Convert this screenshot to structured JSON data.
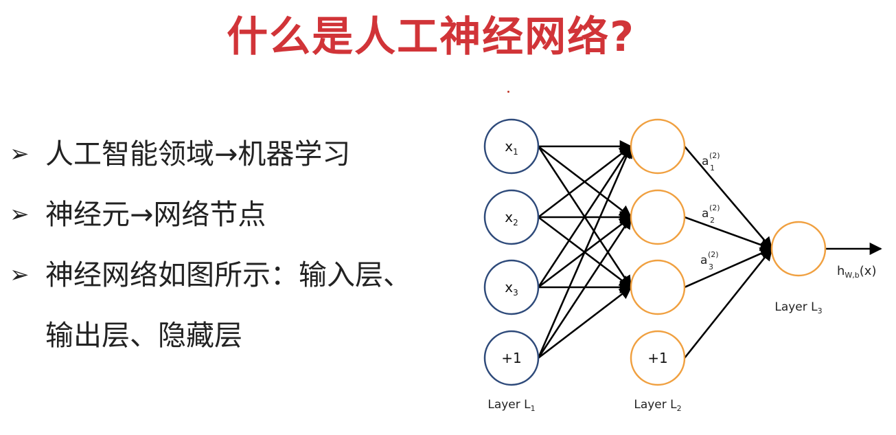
{
  "title": "什么是人工神经网络?",
  "bullets": [
    {
      "marker": "➢",
      "text": "人工智能领域→机器学习"
    },
    {
      "marker": "➢",
      "text": "神经元→网络节点"
    },
    {
      "marker": "➢",
      "text": "神经网络如图所示：输入层、输出层、隐藏层"
    }
  ],
  "colors": {
    "title": "#d13438",
    "input_node": "#2e4a7a",
    "hidden_node": "#f0a040",
    "edge": "#000000"
  },
  "diagram": {
    "input_layer": {
      "label_main": "Layer L",
      "label_sub": "1",
      "nodes": [
        {
          "text": "x",
          "sub": "1"
        },
        {
          "text": "x",
          "sub": "2"
        },
        {
          "text": "x",
          "sub": "3"
        },
        {
          "text": "+1",
          "sub": ""
        }
      ]
    },
    "hidden_layer": {
      "label_main": "Layer L",
      "label_sub": "2",
      "nodes": [
        {
          "text": "",
          "sub": ""
        },
        {
          "text": "",
          "sub": ""
        },
        {
          "text": "",
          "sub": ""
        },
        {
          "text": "+1",
          "sub": ""
        }
      ]
    },
    "output_layer": {
      "label_main": "Layer L",
      "label_sub": "3",
      "nodes": [
        {
          "text": "",
          "sub": ""
        }
      ]
    },
    "activations": [
      {
        "base": "a",
        "sup": "(2)",
        "sub": "1"
      },
      {
        "base": "a",
        "sup": "(2)",
        "sub": "2"
      },
      {
        "base": "a",
        "sup": "(2)",
        "sub": "3"
      }
    ],
    "output": {
      "base": "h",
      "sub": "W,b",
      "suffix": "(x)"
    }
  }
}
